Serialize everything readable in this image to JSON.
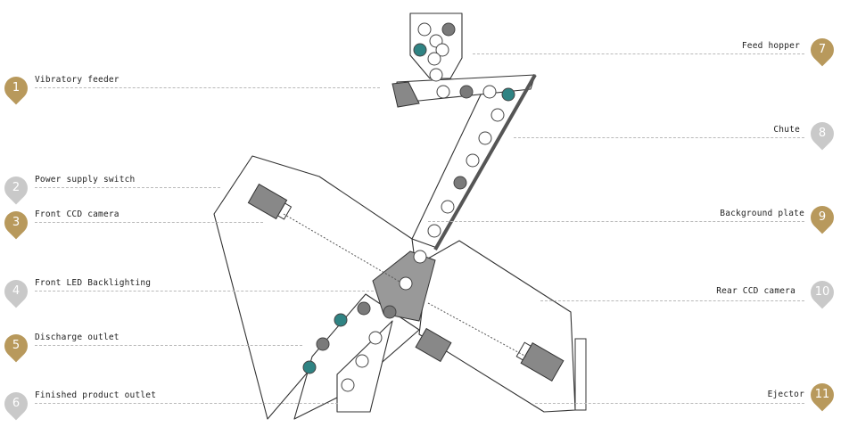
{
  "colors": {
    "gold": "#b8995c",
    "grey": "#c9c9c9",
    "teal": "#2f8383",
    "pebble": "#7a7a7a",
    "line": "#333333"
  },
  "callouts": [
    {
      "num": "1",
      "label": "Vibratory feeder",
      "color": "gold"
    },
    {
      "num": "2",
      "label": "Power supply switch",
      "color": "grey"
    },
    {
      "num": "3",
      "label": "Front CCD camera",
      "color": "gold"
    },
    {
      "num": "4",
      "label": "Front LED Backlighting",
      "color": "grey"
    },
    {
      "num": "5",
      "label": "Discharge outlet",
      "color": "gold"
    },
    {
      "num": "6",
      "label": "Finished product outlet",
      "color": "grey"
    },
    {
      "num": "7",
      "label": "Feed hopper",
      "color": "gold"
    },
    {
      "num": "8",
      "label": "Chute",
      "color": "grey"
    },
    {
      "num": "9",
      "label": "Background plate",
      "color": "gold"
    },
    {
      "num": "10",
      "label": "Rear CCD camera",
      "color": "grey"
    },
    {
      "num": "11",
      "label": "Ejector",
      "color": "gold"
    }
  ]
}
